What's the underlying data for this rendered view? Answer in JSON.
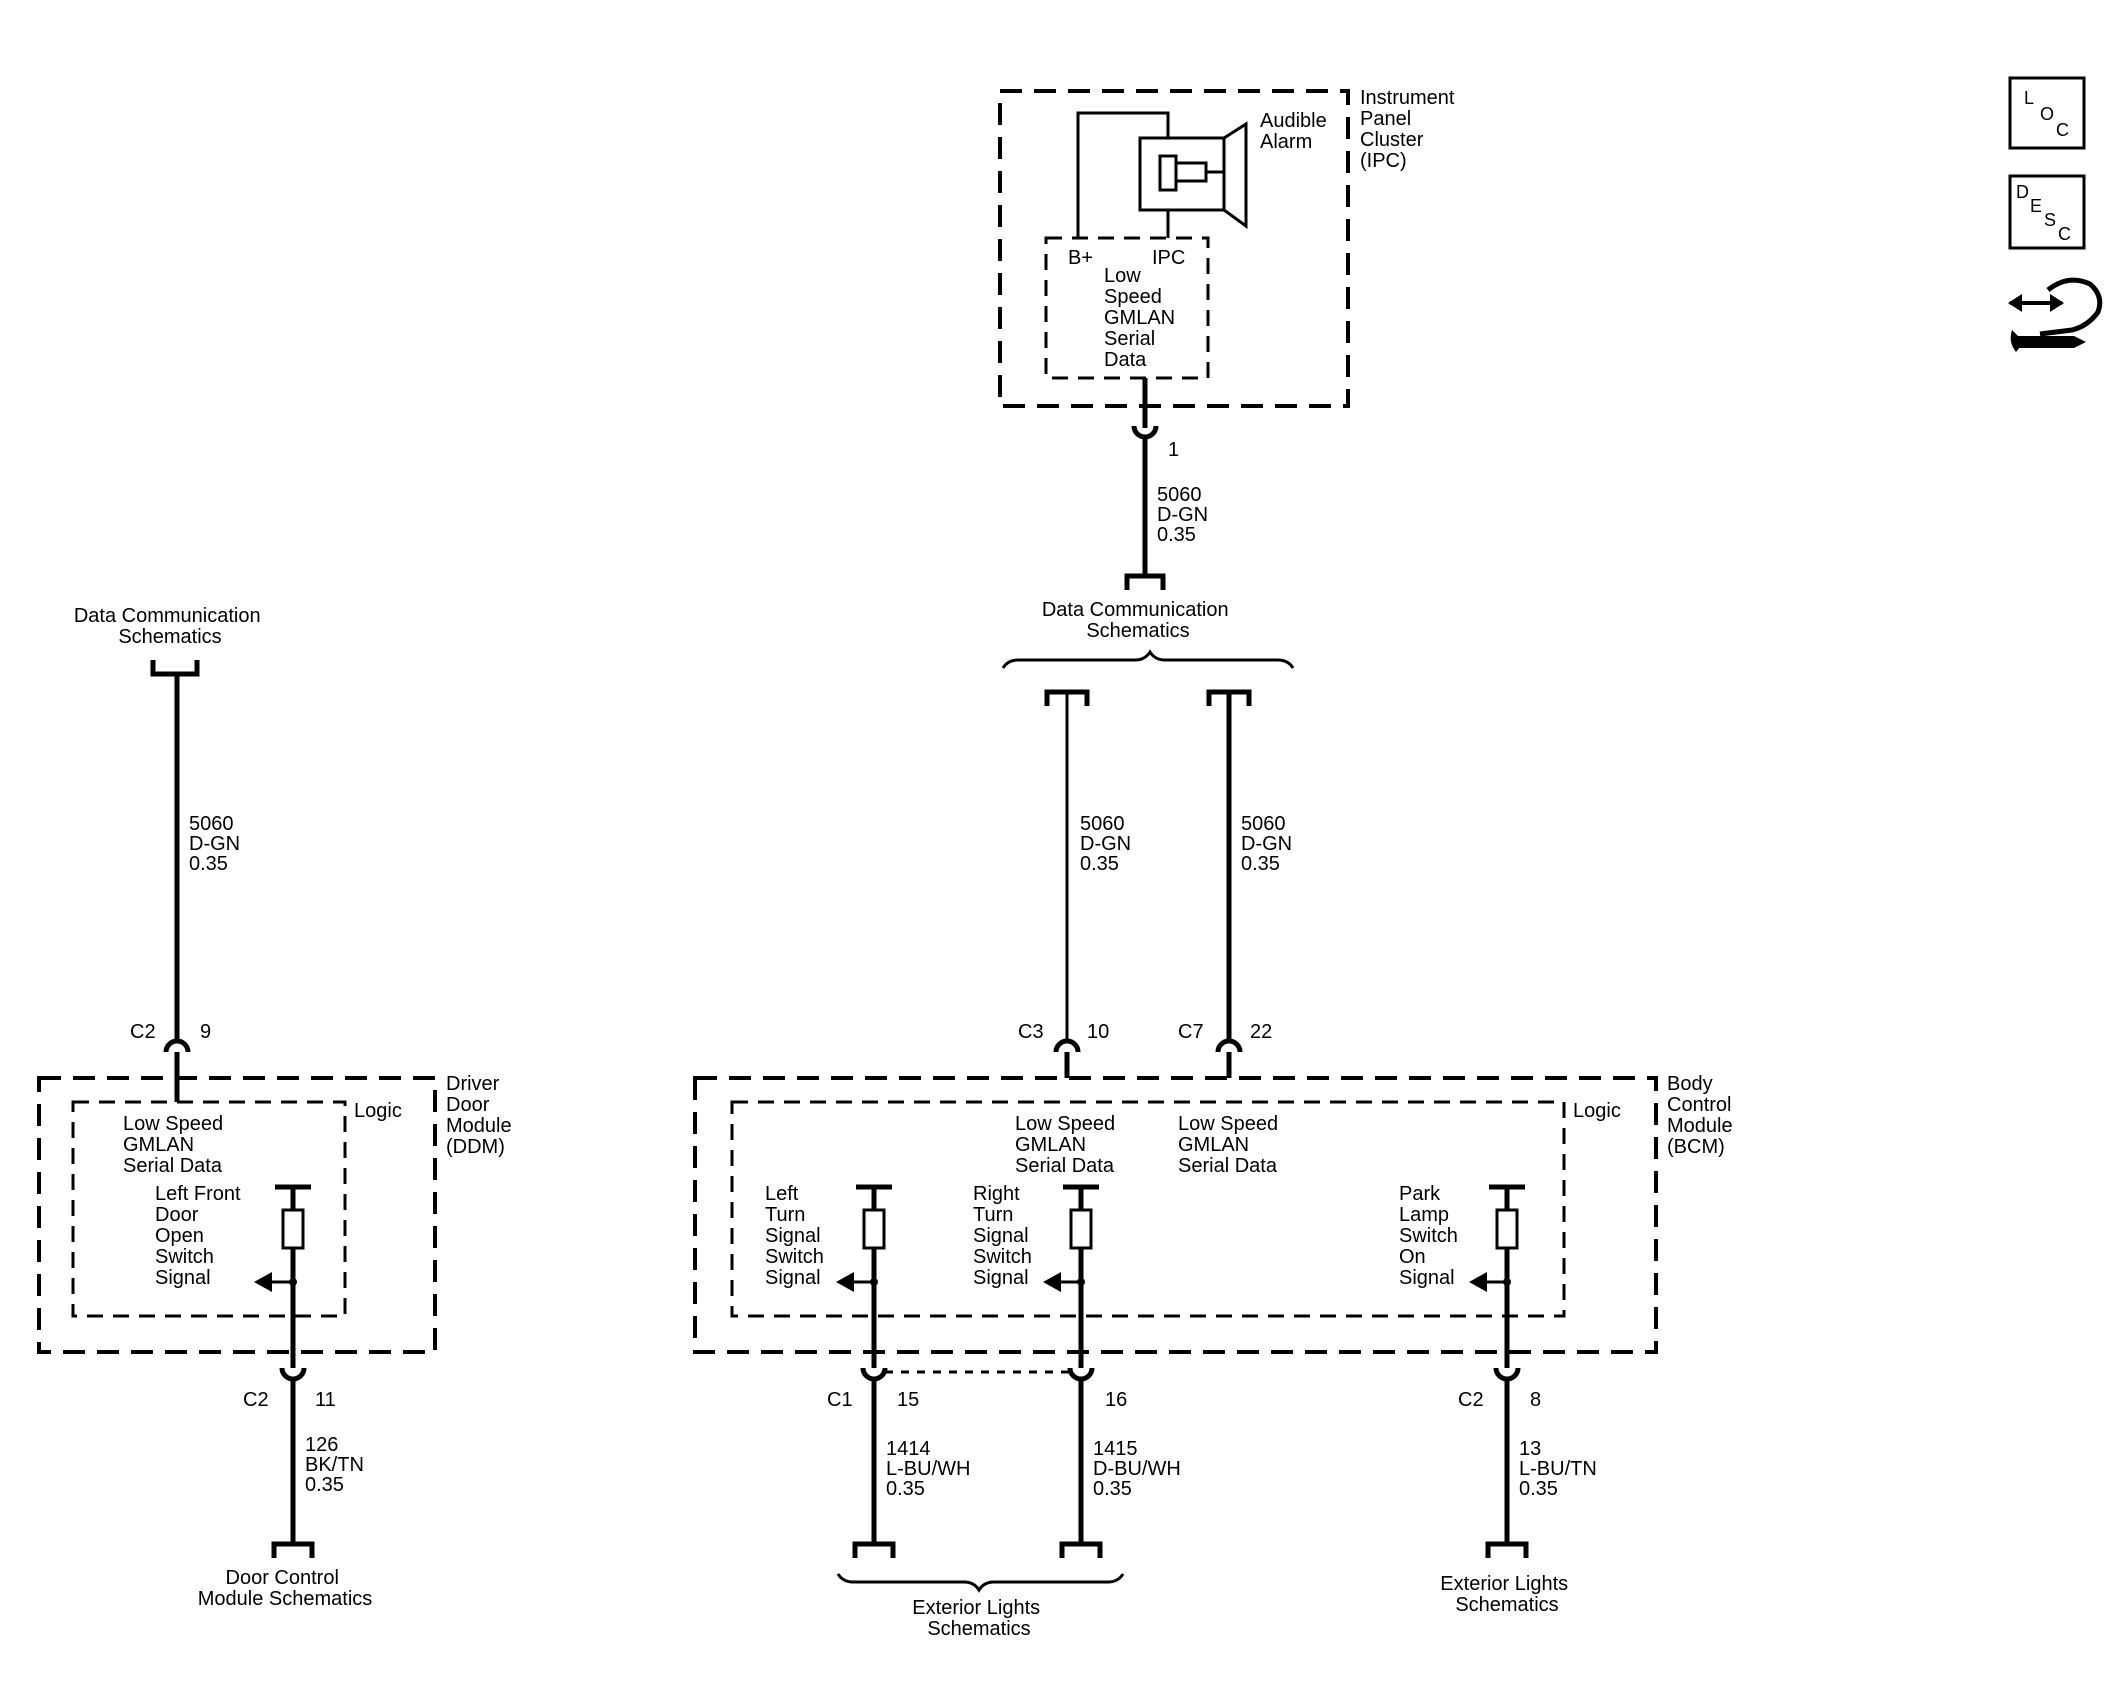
{
  "ipc": {
    "module_name": [
      "Instrument",
      "Panel",
      "Cluster",
      "(IPC)"
    ],
    "alarm_label": [
      "Audible",
      "Alarm"
    ],
    "internal_label": [
      "Low",
      "Speed",
      "GMLAN",
      "Serial",
      "Data"
    ],
    "power_label": "B+",
    "internal_tag": "IPC",
    "pin": "1",
    "wire": [
      "5060",
      "D-GN",
      "0.35"
    ],
    "ref": [
      "Data Communication",
      "Schematics"
    ]
  },
  "ddm": {
    "ref_top": [
      "Data Communication",
      "Schematics"
    ],
    "wire_top": [
      "5060",
      "D-GN",
      "0.35"
    ],
    "conn_top": "C2",
    "pin_top": "9",
    "module_name": [
      "Driver",
      "Door",
      "Module",
      "(DDM)"
    ],
    "logic_label": "Logic",
    "gmlan_label": [
      "Low Speed",
      "GMLAN",
      "Serial Data"
    ],
    "signal_label": [
      "Left Front",
      "Door",
      "Open",
      "Switch",
      "Signal"
    ],
    "conn_bottom": "C2",
    "pin_bottom": "11",
    "wire_bottom": [
      "126",
      "BK/TN",
      "0.35"
    ],
    "ref_bottom": [
      "Door Control",
      "Module Schematics"
    ]
  },
  "bcm": {
    "module_name": [
      "Body",
      "Control",
      "Module",
      "(BCM)"
    ],
    "logic_label": "Logic",
    "gmlan_a": {
      "wire": [
        "5060",
        "D-GN",
        "0.35"
      ],
      "conn": "C3",
      "pin": "10",
      "label": [
        "Low Speed",
        "GMLAN",
        "Serial Data"
      ]
    },
    "gmlan_b": {
      "wire": [
        "5060",
        "D-GN",
        "0.35"
      ],
      "conn": "C7",
      "pin": "22",
      "label": [
        "Low Speed",
        "GMLAN",
        "Serial Data"
      ]
    },
    "left_turn": {
      "label": [
        "Left",
        "Turn",
        "Signal",
        "Switch",
        "Signal"
      ],
      "conn": "C1",
      "pin": "15",
      "wire": [
        "1414",
        "L-BU/WH",
        "0.35"
      ]
    },
    "right_turn": {
      "label": [
        "Right",
        "Turn",
        "Signal",
        "Switch",
        "Signal"
      ],
      "pin": "16",
      "wire": [
        "1415",
        "D-BU/WH",
        "0.35"
      ]
    },
    "park_lamp": {
      "label": [
        "Park",
        "Lamp",
        "Switch",
        "On",
        "Signal"
      ],
      "conn": "C2",
      "pin": "8",
      "wire": [
        "13",
        "L-BU/TN",
        "0.35"
      ]
    },
    "ref_turn": [
      "Exterior Lights",
      "Schematics"
    ],
    "ref_park": [
      "Exterior Lights",
      "Schematics"
    ]
  },
  "side_icons": {
    "loc": {
      "top": "L",
      "mid": "O",
      "bot": "C"
    },
    "desc": {
      "top": "D",
      "mid": "E",
      "low": "S",
      "bot": "C"
    },
    "service_icon": "repair-hand-icon"
  }
}
